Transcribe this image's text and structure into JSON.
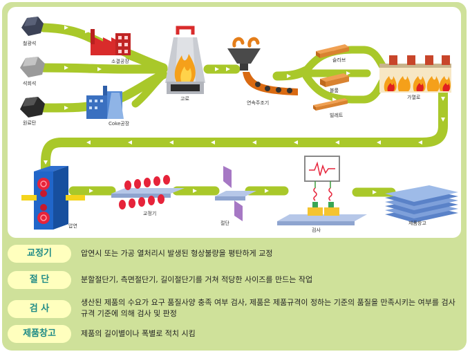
{
  "diagram": {
    "labels": {
      "iron_ore": "철광석",
      "limestone": "석회석",
      "coal": "원료탄",
      "sinter_plant": "소결공장",
      "coke_plant": "Coke공장",
      "blast_furnace": "고로",
      "continuous_caster": "연속주조기",
      "slab": "슬라브",
      "bloom": "블룸",
      "billet": "빌레트",
      "reheating_furnace": "가열로",
      "rolling": "압연",
      "straightener": "교정기",
      "cutting": "절단",
      "inspection": "검사",
      "warehouse": "제품창고"
    },
    "colors": {
      "arrow_band": "#a9c82a",
      "frame": "#cfe19a",
      "tag_bg": "#ffffbe",
      "tag_text": "#1e8a86",
      "fire": "#f5a01a",
      "factory_red": "#d92b2b",
      "factory_blue": "#3a70c0"
    }
  },
  "legend": [
    {
      "term": "교정기",
      "desc": "압연시 또는 가공 열처리시 발생된 형상불량을 평탄하게 교정"
    },
    {
      "term": "절 단",
      "desc": "분할절단기, 측면절단기, 길이절단기를 거쳐 적당한 사이즈를 만드는 작업"
    },
    {
      "term": "검 사",
      "desc": "생산된 제품의 수요가 요구 품질사양 충족 여부 검사, 제품은 제품규격이 정하는 기준의 품질을 만족시키는 여부를 검사규격 기준에 의해 검사 및 판정"
    },
    {
      "term": "제품창고",
      "desc": "제품의 길이별이나 폭별로 적치 시킴"
    }
  ]
}
